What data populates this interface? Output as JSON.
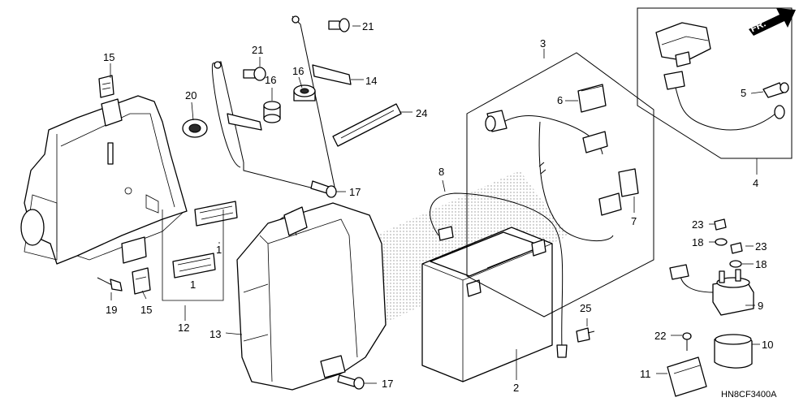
{
  "diagram": {
    "drawing_code": "HN8CF3400A",
    "front_indicator": "FR.",
    "callouts": [
      {
        "id": "c1a",
        "text": "1"
      },
      {
        "id": "c1b",
        "text": "1"
      },
      {
        "id": "c2",
        "text": "2"
      },
      {
        "id": "c3",
        "text": "3"
      },
      {
        "id": "c4",
        "text": "4"
      },
      {
        "id": "c5",
        "text": "5"
      },
      {
        "id": "c6",
        "text": "6"
      },
      {
        "id": "c7",
        "text": "7"
      },
      {
        "id": "c8",
        "text": "8"
      },
      {
        "id": "c9",
        "text": "9"
      },
      {
        "id": "c10",
        "text": "10"
      },
      {
        "id": "c11",
        "text": "11"
      },
      {
        "id": "c12",
        "text": "12"
      },
      {
        "id": "c13",
        "text": "13"
      },
      {
        "id": "c14",
        "text": "14"
      },
      {
        "id": "c15a",
        "text": "15"
      },
      {
        "id": "c15b",
        "text": "15"
      },
      {
        "id": "c16a",
        "text": "16"
      },
      {
        "id": "c16b",
        "text": "16"
      },
      {
        "id": "c17a",
        "text": "17"
      },
      {
        "id": "c17b",
        "text": "17"
      },
      {
        "id": "c18a",
        "text": "18"
      },
      {
        "id": "c18b",
        "text": "18"
      },
      {
        "id": "c19",
        "text": "19"
      },
      {
        "id": "c20",
        "text": "20"
      },
      {
        "id": "c21a",
        "text": "21"
      },
      {
        "id": "c21b",
        "text": "21"
      },
      {
        "id": "c22",
        "text": "22"
      },
      {
        "id": "c23a",
        "text": "23"
      },
      {
        "id": "c23b",
        "text": "23"
      },
      {
        "id": "c24",
        "text": "24"
      },
      {
        "id": "c25",
        "text": "25"
      }
    ]
  }
}
